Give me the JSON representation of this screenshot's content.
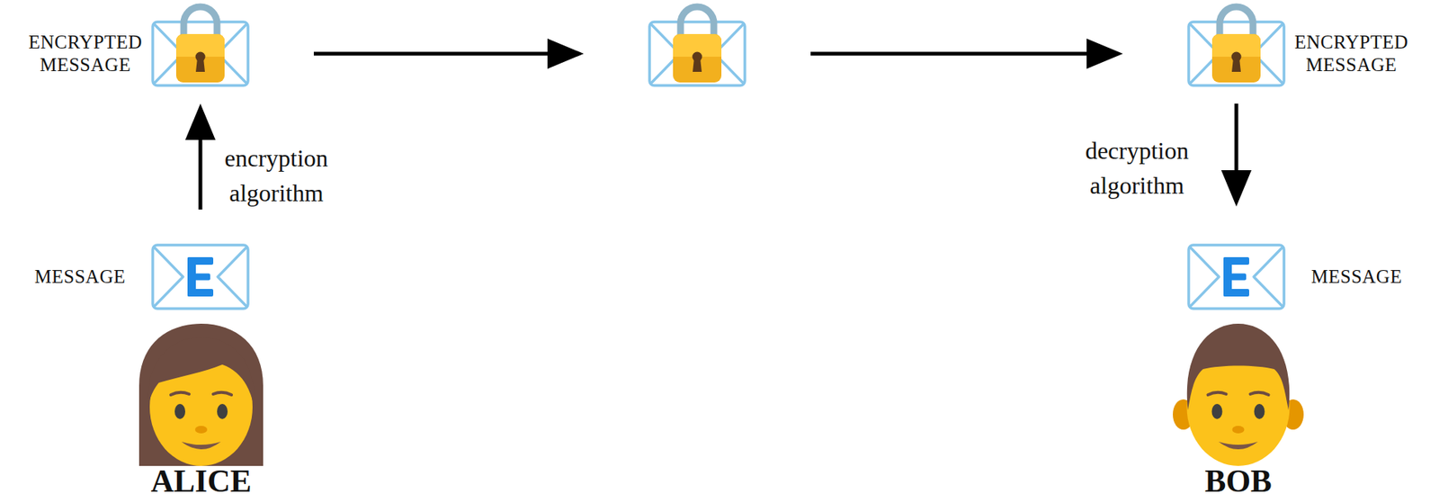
{
  "diagram": {
    "nodes": [
      {
        "text": [
          "ENCRYPTED MESSAGE"
        ]
      },
      {
        "text": []
      },
      {
        "text": [
          "ENCRYPTED MESSAGE"
        ]
      },
      {
        "text": [
          "MESSAGE"
        ]
      },
      {
        "text": [
          "MESSAGE"
        ]
      },
      {
        "text": [
          "ALICE"
        ]
      },
      {
        "text": [
          "BOB"
        ]
      }
    ],
    "edges": [
      {
        "from": 3,
        "to": 0,
        "arrow": "to",
        "label": "encryption algorithm"
      },
      {
        "from": 0,
        "to": 1,
        "arrow": "to"
      },
      {
        "from": 1,
        "to": 2,
        "arrow": "to"
      },
      {
        "from": 2,
        "to": 4,
        "arrow": "to",
        "label": "decryption algorithm"
      }
    ]
  }
}
